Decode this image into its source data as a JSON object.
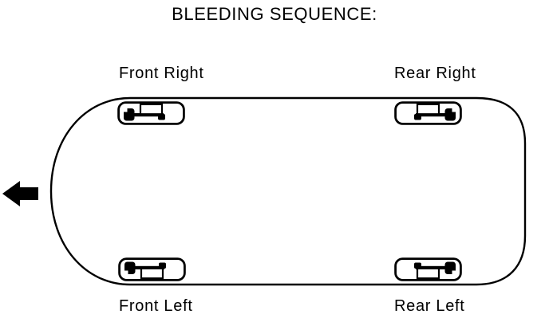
{
  "title": "BLEEDING SEQUENCE:",
  "colors": {
    "line": "#000000",
    "background": "#ffffff"
  },
  "diagram": {
    "description": "top-view vehicle outline with brake caliper icon at each wheel",
    "front_direction": "left",
    "wheels": [
      {
        "position": "front-right",
        "label": "Front Right"
      },
      {
        "position": "rear-right",
        "label": "Rear Right"
      },
      {
        "position": "front-left",
        "label": "Front Left"
      },
      {
        "position": "rear-left",
        "label": "Rear Left"
      }
    ],
    "icons": {
      "front_arrow": "left-arrow-icon",
      "wheel": "brake-caliper-icon"
    }
  }
}
